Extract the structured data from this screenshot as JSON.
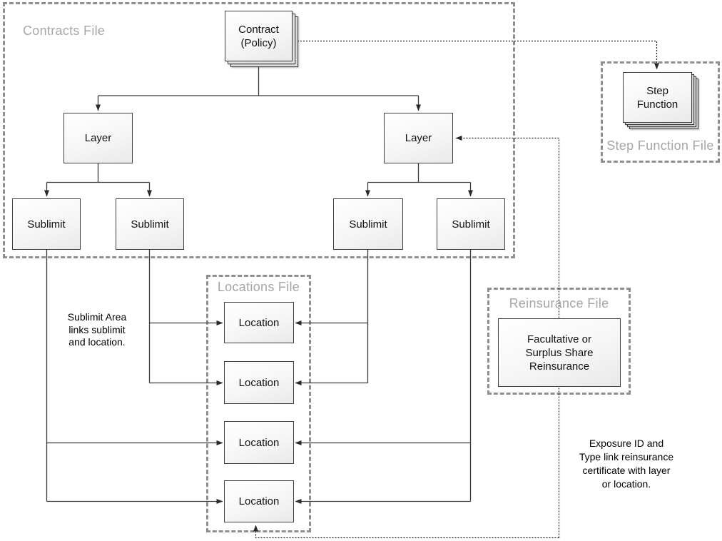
{
  "containers": {
    "contracts_file": {
      "label": "Contracts File"
    },
    "locations_file": {
      "label": "Locations File"
    },
    "step_function_file": {
      "label": "Step Function File"
    },
    "reinsurance_file": {
      "label": "Reinsurance File"
    }
  },
  "nodes": {
    "contract": {
      "label": "Contract\n(Policy)",
      "stacked": true
    },
    "layer_left": {
      "label": "Layer"
    },
    "layer_right": {
      "label": "Layer"
    },
    "sublimit_1": {
      "label": "Sublimit"
    },
    "sublimit_2": {
      "label": "Sublimit"
    },
    "sublimit_3": {
      "label": "Sublimit"
    },
    "sublimit_4": {
      "label": "Sublimit"
    },
    "location_1": {
      "label": "Location"
    },
    "location_2": {
      "label": "Location"
    },
    "location_3": {
      "label": "Location"
    },
    "location_4": {
      "label": "Location"
    },
    "step_function": {
      "label": "Step\nFunction",
      "stacked": true
    },
    "facultative_reinsurance": {
      "label": "Facultative or\nSurplus Share\nReinsurance"
    }
  },
  "annotations": {
    "sublimit_area_note": "Sublimit Area\nlinks sublimit\nand location.",
    "exposure_note": "Exposure ID and\nType link reinsurance\ncertificate with layer\nor location."
  },
  "colors": {
    "background": "#ffffff",
    "box_border": "#3f3f3f",
    "box_fill_top": "#ffffff",
    "box_fill_bottom": "#e9e9e9",
    "container_border": "#8f8f8f",
    "container_label": "#a6a6a6",
    "solid_connector": "#3a3a3a",
    "dotted_connector": "#1a1a1a"
  }
}
